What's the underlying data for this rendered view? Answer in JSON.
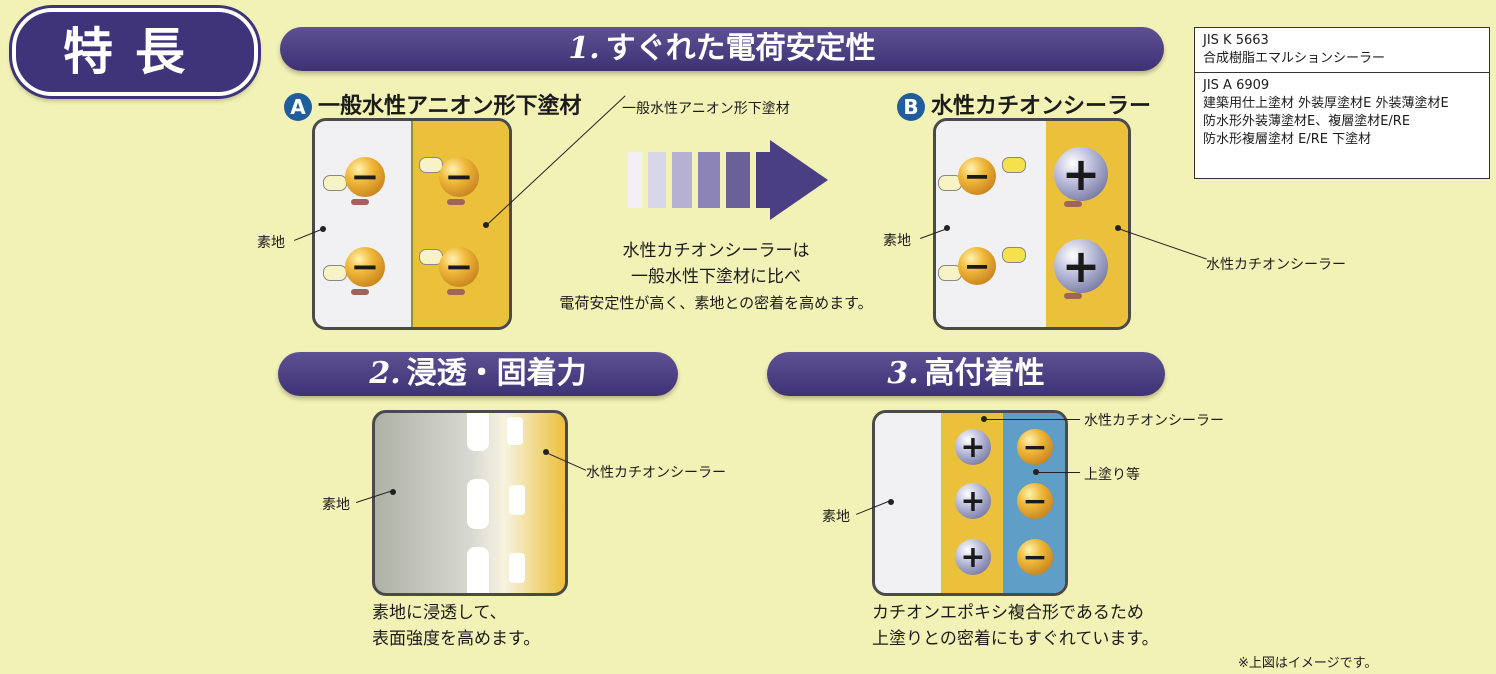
{
  "header": {
    "badge": "特長"
  },
  "section1": {
    "num": "1.",
    "title": "すぐれた電荷安定性",
    "a_letter": "A",
    "a_title": "一般水性アニオン形下塗材",
    "b_letter": "B",
    "b_title": "水性カチオンシーラー",
    "a_label_sealer": "一般水性アニオン形下塗材",
    "a_label_base": "素地",
    "b_label_base": "素地",
    "b_label_sealer": "水性カチオンシーラー",
    "caption": [
      "水性カチオンシーラーは",
      "一般水性下塗材に比べ",
      "電荷安定性が高く、素地との密着を高めます。"
    ],
    "minus": "−",
    "plus": "+"
  },
  "jis": {
    "a_code": "JIS K 5663",
    "a_desc": "合成樹脂エマルションシーラー",
    "b_code": "JIS A 6909",
    "b_lines": [
      "建築用仕上塗材 外装厚塗材E 外装薄塗材E",
      "防水形外装薄塗材E、複層塗材E/RE",
      "防水形複層塗材 E/RE  下塗材"
    ]
  },
  "section2": {
    "num": "2.",
    "title": "浸透・固着力",
    "label_base": "素地",
    "label_sealer": "水性カチオンシーラー",
    "caption": [
      "素地に浸透して、",
      "表面強度を高めます。"
    ]
  },
  "section3": {
    "num": "3.",
    "title": "高付着性",
    "label_sealer": "水性カチオンシーラー",
    "label_top": "上塗り等",
    "label_base": "素地",
    "caption": [
      "カチオンエポキシ複合形であるため",
      "上塗りとの密着にもすぐれています。"
    ]
  },
  "note": "※上図はイメージです。",
  "colors": {
    "banner": "#4b3f84",
    "sealer_yellow": "#ebc13b",
    "topcoat_blue": "#5f9ec6",
    "background": "#f3f2b6"
  }
}
